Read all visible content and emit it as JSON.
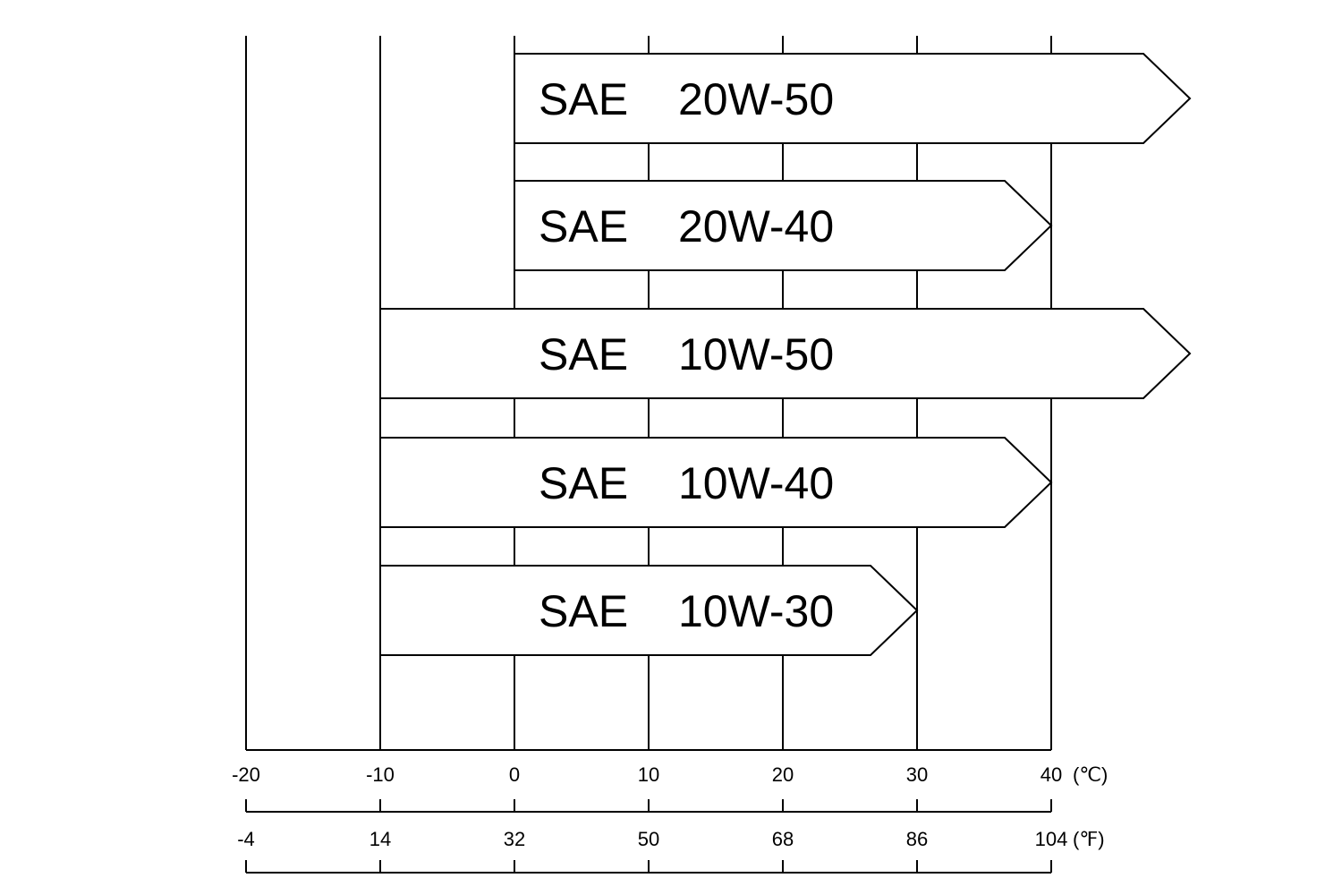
{
  "chart_data": {
    "type": "bar",
    "orientation": "horizontal",
    "grid": true,
    "x_axis_celsius": {
      "ticks": [
        -20,
        -10,
        0,
        10,
        20,
        30,
        40
      ],
      "tick_labels": [
        "-20",
        "-10",
        "0",
        "10",
        "20",
        "30",
        "40"
      ],
      "unit": "(℃)",
      "xlim": [
        -20,
        40
      ]
    },
    "x_axis_fahrenheit": {
      "tick_labels": [
        "-4",
        "14",
        "32",
        "50",
        "68",
        "86",
        "104"
      ],
      "unit": "(℉)"
    },
    "series": [
      {
        "prefix": "SAE",
        "grade": "20W-50",
        "min": 0,
        "max": 40,
        "open_ended": true
      },
      {
        "prefix": "SAE",
        "grade": "20W-40",
        "min": 0,
        "max": 40,
        "open_ended": false
      },
      {
        "prefix": "SAE",
        "grade": "10W-50",
        "min": -10,
        "max": 40,
        "open_ended": true
      },
      {
        "prefix": "SAE",
        "grade": "10W-40",
        "min": -10,
        "max": 40,
        "open_ended": false
      },
      {
        "prefix": "SAE",
        "grade": "10W-30",
        "min": -10,
        "max": 30,
        "open_ended": false
      }
    ]
  }
}
